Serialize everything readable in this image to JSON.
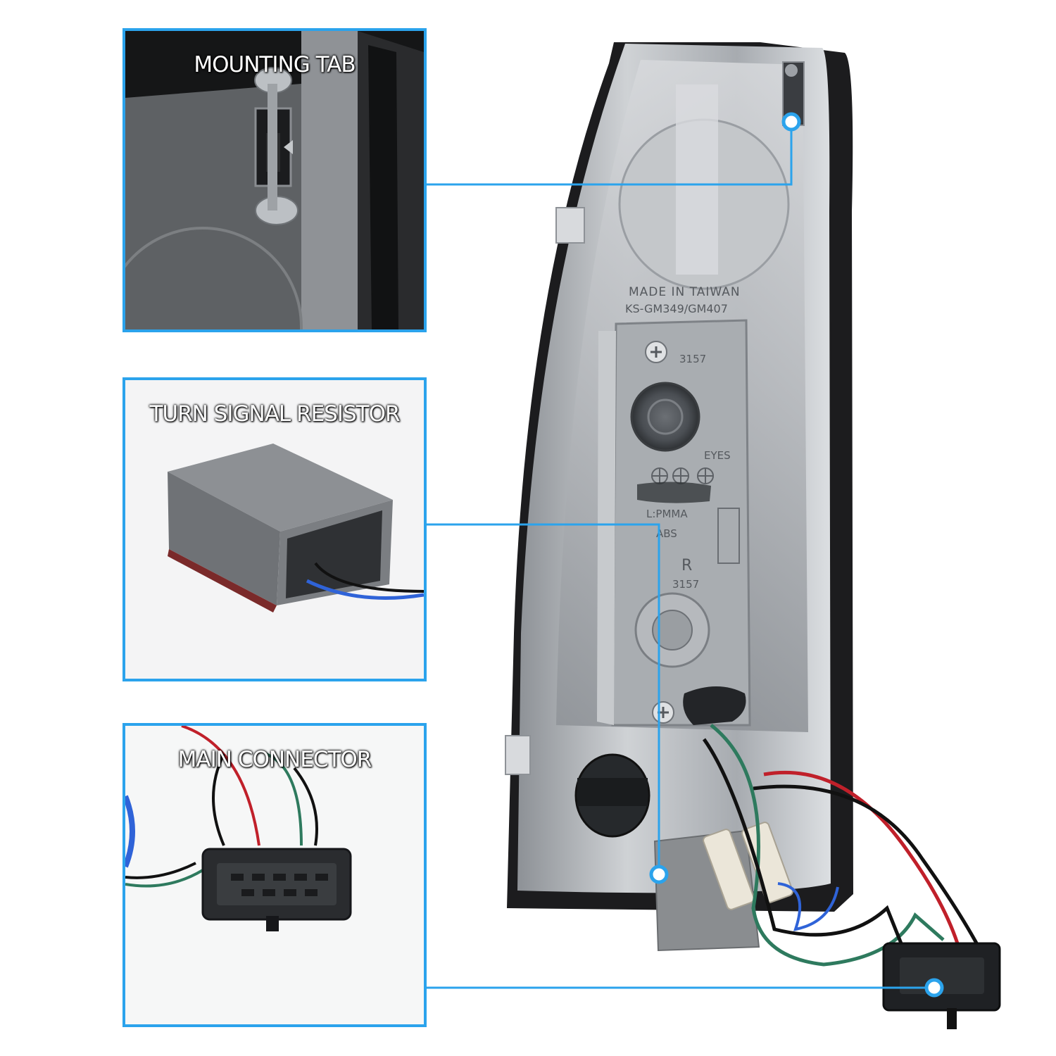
{
  "callouts": [
    {
      "label": "MOUNTING TAB"
    },
    {
      "label": "TURN SIGNAL RESISTOR"
    },
    {
      "label": "MAIN CONNECTOR"
    }
  ],
  "housing_markings": {
    "line1": "MADE IN TAIWAN",
    "line2": "KS-GM349/GM407",
    "bulb_upper": "3157",
    "bulb_lower": "3157",
    "brand": "EYES",
    "material1": "L:PMMA",
    "material2": "ABS",
    "recycle": "R"
  },
  "colors": {
    "callout_blue": "#2ba3ec",
    "housing_chrome": "#b9bcbf",
    "gasket_black": "#1c1c1e",
    "wire_red": "#c0202a",
    "wire_green": "#2e7a5e",
    "wire_blue": "#2f63d8",
    "wire_black": "#111111"
  },
  "icons": [
    "callout-dot-icon"
  ]
}
